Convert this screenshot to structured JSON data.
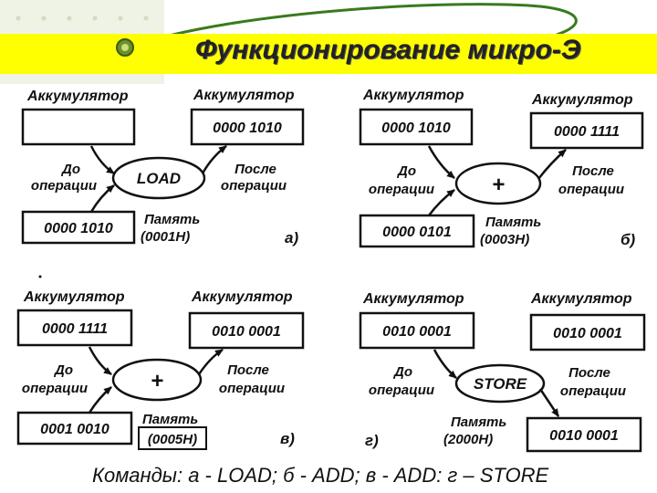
{
  "header": {
    "title": "Функционирование микро-Э"
  },
  "panels": [
    {
      "letter": "а)",
      "acc_before_label": "Аккумулятор",
      "acc_before_value": "",
      "acc_after_label": "Аккумулятор",
      "acc_after_value": "0000 1010",
      "before_label_1": "До",
      "before_label_2": "операции",
      "after_label_1": "После",
      "after_label_2": "операции",
      "operation": "LOAD",
      "memory_label": "Память",
      "memory_address": "(0001H)",
      "memory_value": "0000 1010"
    },
    {
      "letter": "б)",
      "acc_before_label": "Аккумулятор",
      "acc_before_value": "0000 1010",
      "acc_after_label": "Аккумулятор",
      "acc_after_value": "0000 1111",
      "before_label_1": "До",
      "before_label_2": "операции",
      "after_label_1": "После",
      "after_label_2": "операции",
      "operation": "+",
      "memory_label": "Память",
      "memory_address": "(0003H)",
      "memory_value": "0000 0101"
    },
    {
      "letter": "в)",
      "acc_before_label": "Аккумулятор",
      "acc_before_value": "0000 1111",
      "acc_after_label": "Аккумулятор",
      "acc_after_value": "0010 0001",
      "before_label_1": "До",
      "before_label_2": "операции",
      "after_label_1": "После",
      "after_label_2": "операции",
      "operation": "+",
      "memory_label": "Память",
      "memory_address": "(0005H)",
      "memory_value": "0001 0010"
    },
    {
      "letter": "г)",
      "acc_before_label": "Аккумулятор",
      "acc_before_value": "0010 0001",
      "acc_after_label": "Аккумулятор",
      "acc_after_value": "0010 0001",
      "before_label_1": "До",
      "before_label_2": "операции",
      "after_label_1": "После",
      "after_label_2": "операции",
      "operation": "STORE",
      "memory_label": "Память",
      "memory_address": "(2000H)",
      "memory_value": "0010 0001"
    }
  ],
  "caption": "Команды: а - LOAD; б - ADD; в - ADD: г – STORE",
  "colors": {
    "title_bar": "#ffff00",
    "accent_line": "#3a7a1e",
    "ink": "#111111"
  }
}
